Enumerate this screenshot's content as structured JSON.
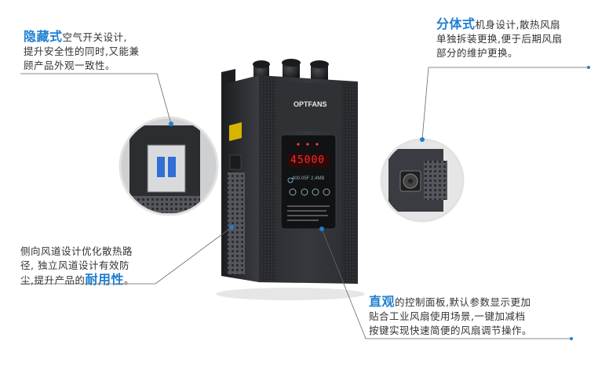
{
  "product": {
    "brand": "OPTFANS",
    "display_reading": "45000",
    "model_label": "400-05F 2.4MB"
  },
  "callouts": {
    "top_left": {
      "highlight": "隐藏式",
      "line1_rest": "空气开关设计,",
      "line2": "提升安全性的同时,又能兼",
      "line3": "顾产品外观一致性。"
    },
    "bottom_left": {
      "line1": "侧向风道设计优化散热路",
      "line2": "径, 独立风道设计有效防",
      "line3_prefix": "尘,提升产品的",
      "highlight": "耐用性",
      "line3_suffix": "。"
    },
    "top_right": {
      "highlight": "分体式",
      "line1_rest": "机身设计,散热风扇",
      "line2": "单独拆装更换,便于后期风扇",
      "line3": "部分的维护更换。"
    },
    "bottom_right": {
      "highlight": "直观",
      "line1_rest": "的控制面板,默认参数显示更加",
      "line2": "贴合工业风扇使用场景,一键加减档",
      "line3": "按键实现快速简便的风扇调节操作。"
    }
  },
  "colors": {
    "accent": "#1f7fd1",
    "body": "#2b2d31",
    "display_red": "#ff2a2a"
  }
}
